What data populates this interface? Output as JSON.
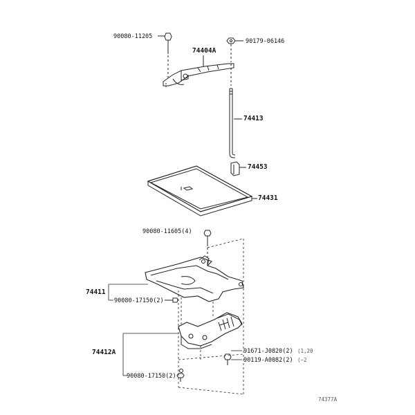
{
  "labels": {
    "p_9008011205": "90080-11205",
    "p_9017906146": "90179-06146",
    "p_74404A": "74404A",
    "p_74413": "74413",
    "p_74453": "74453",
    "p_74431": "74431",
    "p_9008011605": "90080-11605(4)",
    "p_74411": "74411",
    "p_9008017150a": "90080-17150(2)",
    "p_74412A": "74412A",
    "p_91671": "91671-J0820(2)",
    "p_91671_note": "(1,20",
    "p_90119": "90119-A0082(2)",
    "p_90119_note": "(~2",
    "p_9008017150b": "90080-17150(2)",
    "diagram_id": "74377A"
  },
  "colors": {
    "line": "#222222",
    "text": "#111111"
  }
}
